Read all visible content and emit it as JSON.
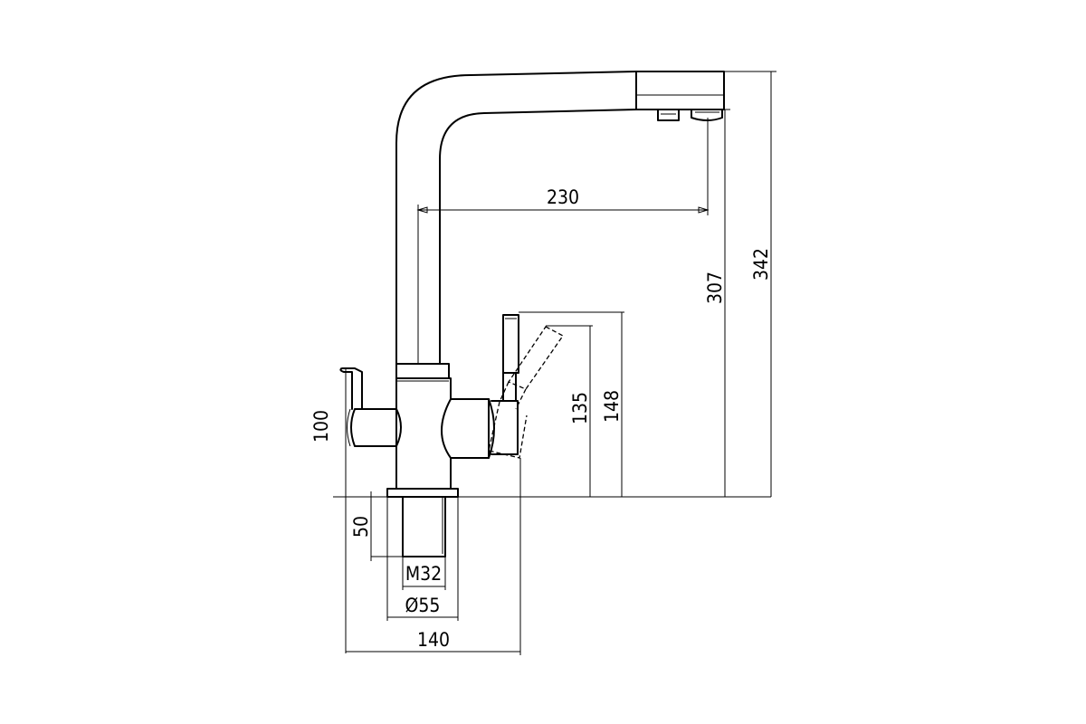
{
  "drawing": {
    "dimensions": {
      "spout_reach": "230",
      "spout_height": "307",
      "total_height": "342",
      "lever_height": "148",
      "lever_height_tilted": "135",
      "side_lever_height": "100",
      "shank_length": "50",
      "thread": "M32",
      "base_diameter": "Ø55",
      "base_depth": "140"
    }
  }
}
